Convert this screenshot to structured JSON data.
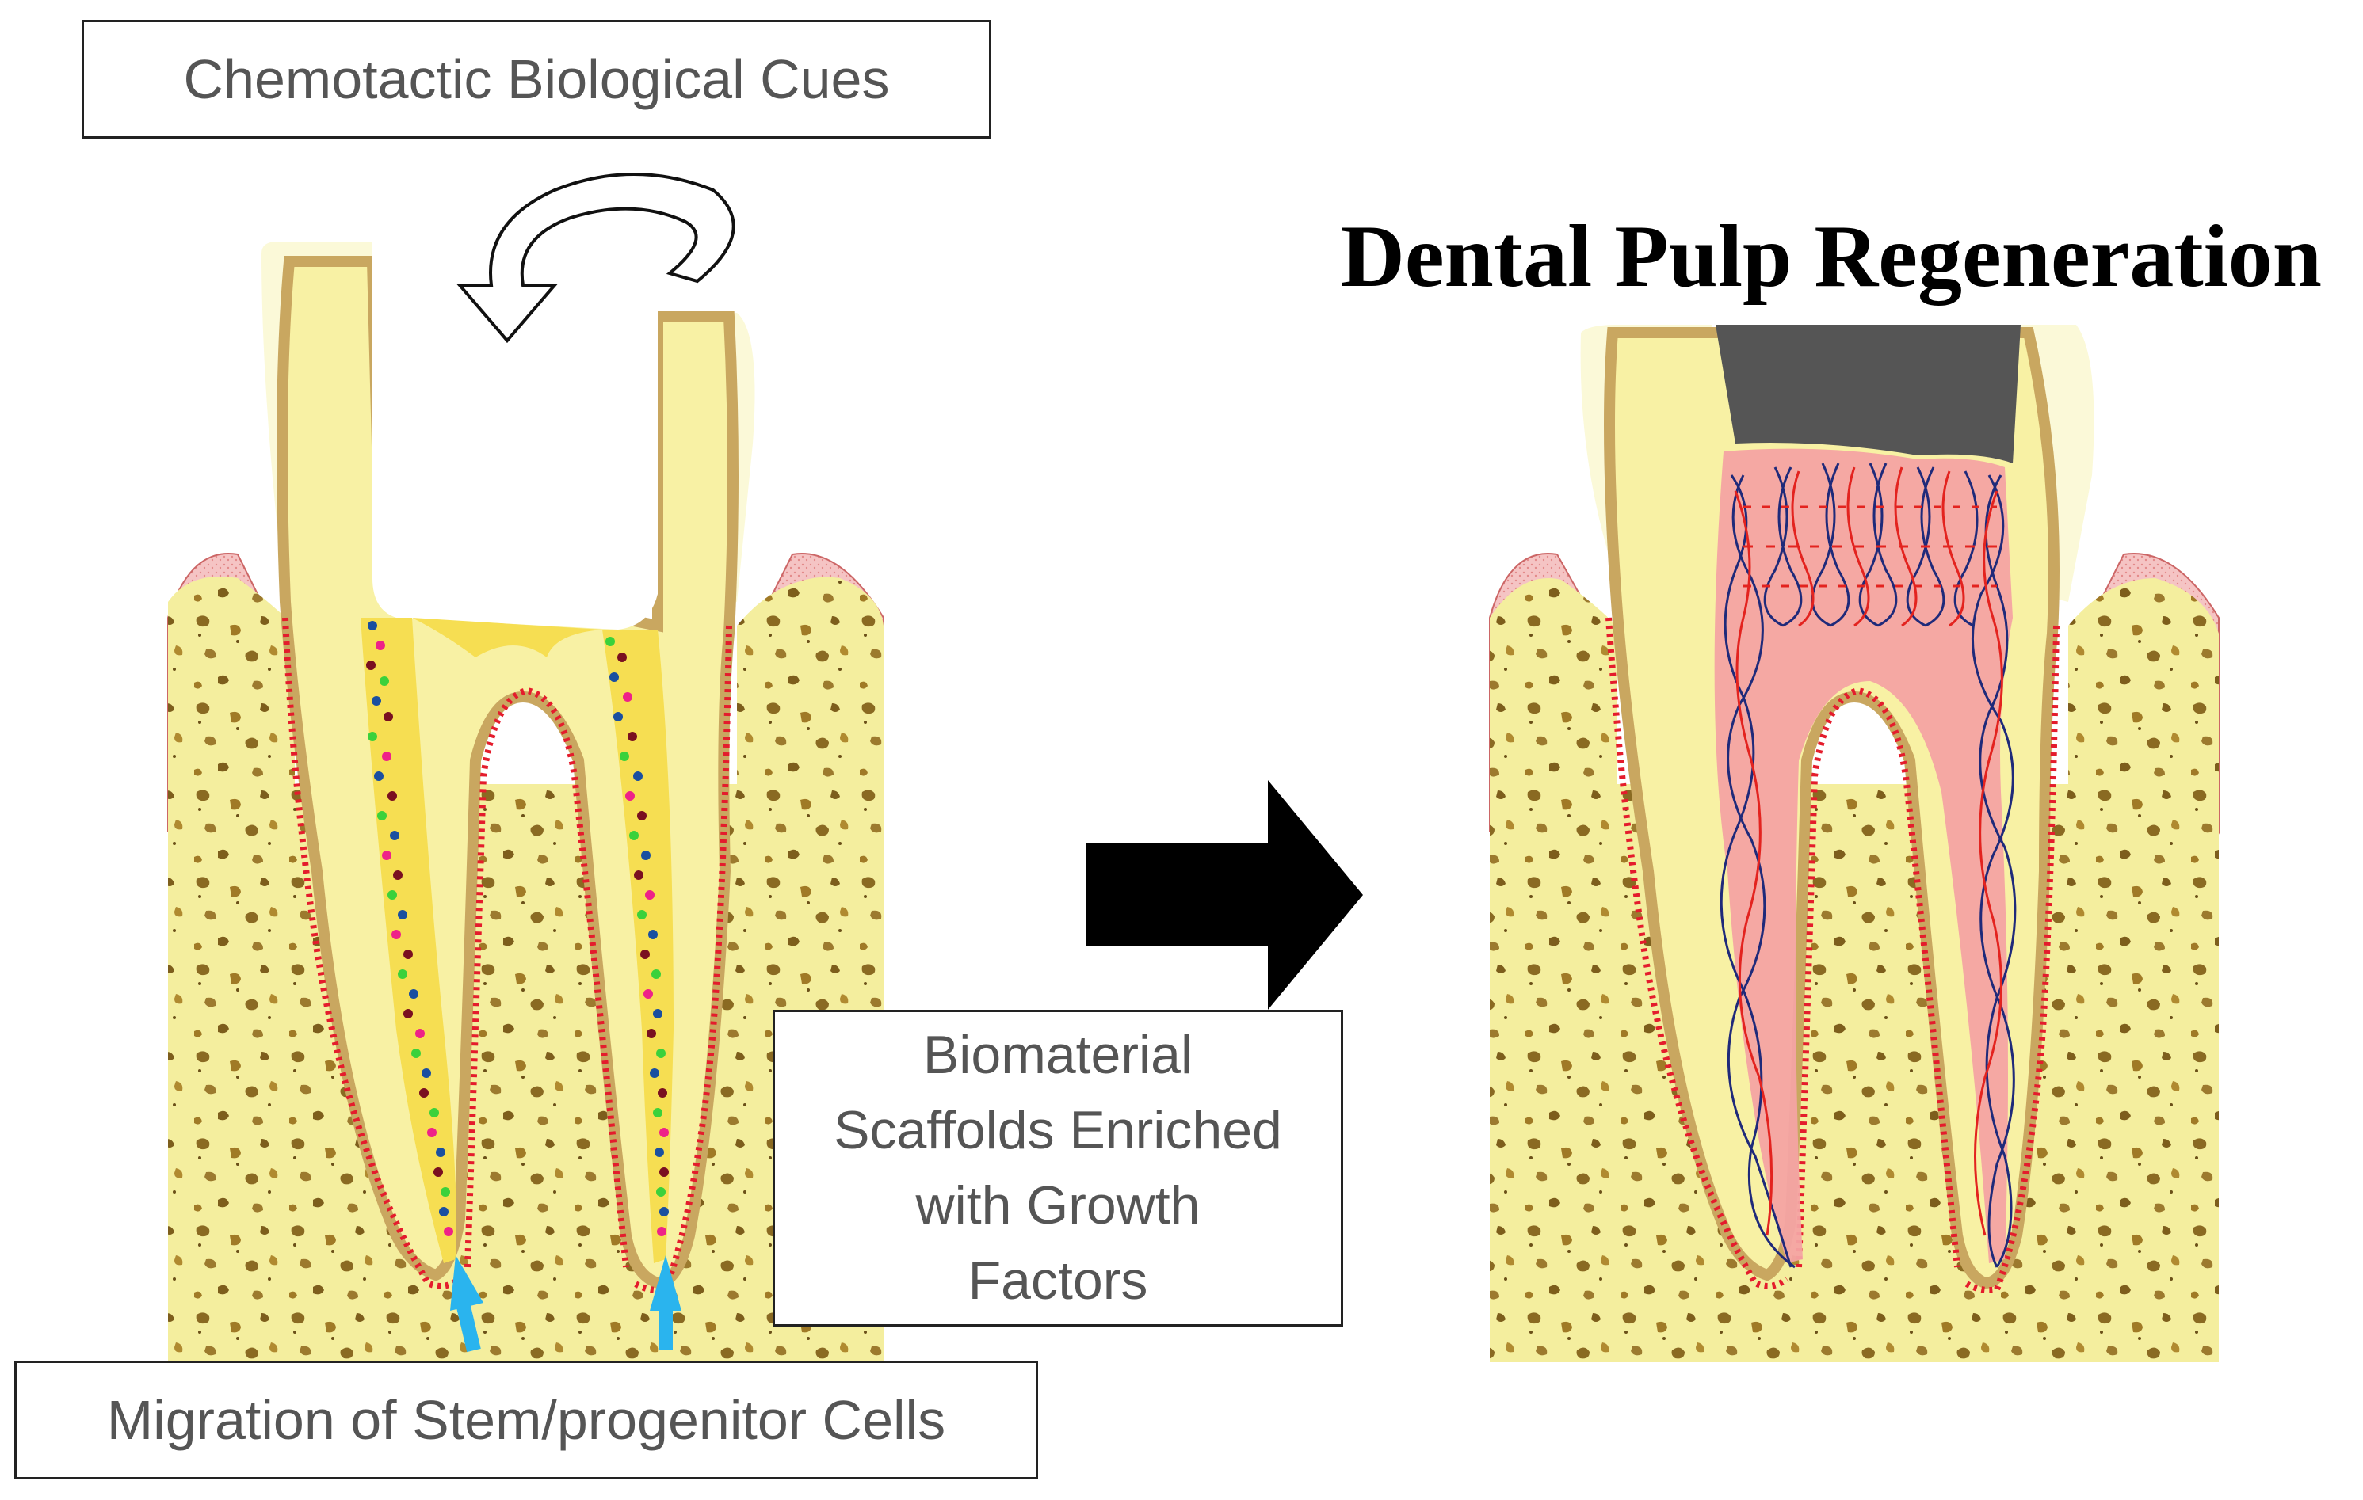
{
  "title": "Dental Pulp Regeneration",
  "labels": {
    "cues": "Chemotactic Biological Cues",
    "scaffold_lines": [
      "Biomaterial",
      "Scaffolds Enriched",
      "with Growth",
      "Factors"
    ],
    "migration": "Migration of Stem/progenitor Cells"
  },
  "colors": {
    "bone": "#f4ee9e",
    "bone_pores": "#8a6a22",
    "dentin": "#f8f1a4",
    "enamel": "#fbf9d8",
    "root_outline": "#c9a760",
    "ligament_dots": "#e41c2c",
    "gingiva": "#f5c4c4",
    "pulp_tissue": "#f4a3a3",
    "vessel_red": "#e3231f",
    "vessel_blue": "#1f2a7a",
    "crown_filling": "#555555",
    "scaffold": "#f6de52",
    "arrow_blue": "#2ab4ee",
    "cell_colors": [
      "#1a4fa0",
      "#7a1020",
      "#3bd13b",
      "#ee2288"
    ]
  },
  "icons": [
    "curved-arrow-icon",
    "right-arrow-icon",
    "up-arrow-icon"
  ]
}
